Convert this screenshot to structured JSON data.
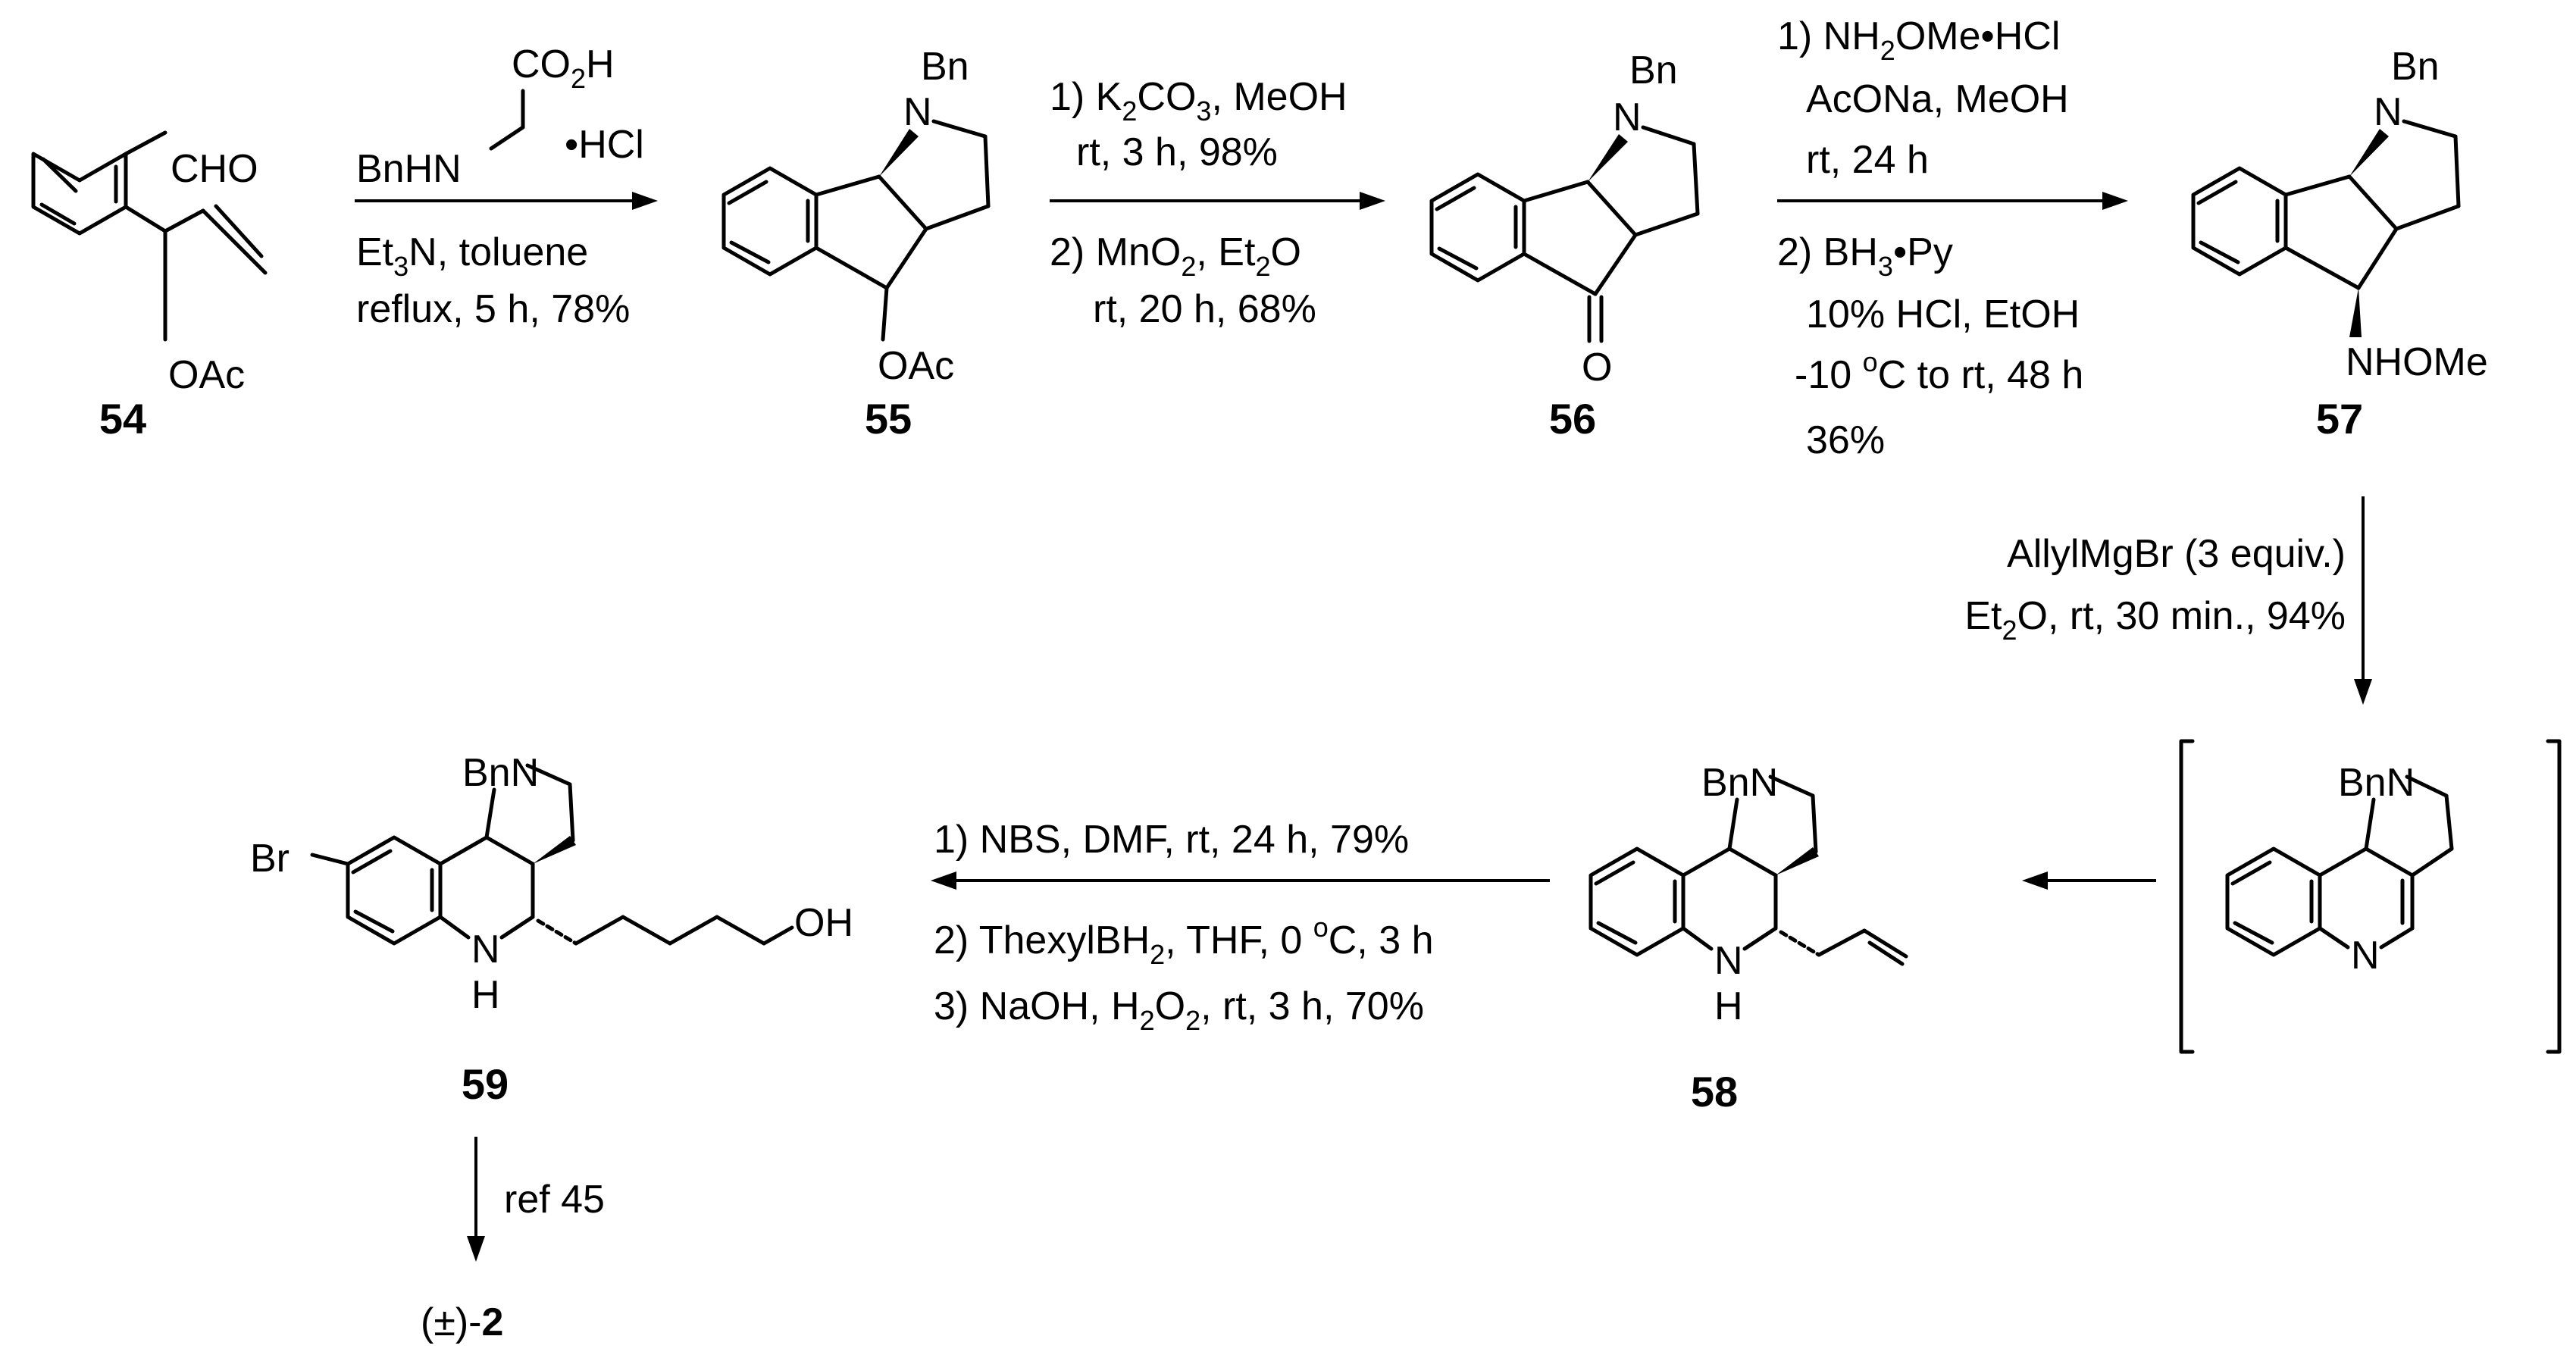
{
  "compounds": {
    "c54": {
      "number": "54",
      "cho": "CHO",
      "oac": "OAc"
    },
    "c55": {
      "number": "55",
      "n": "N",
      "bn": "Bn",
      "oac": "OAc"
    },
    "c56": {
      "number": "56",
      "n": "N",
      "bn": "Bn",
      "o": "O"
    },
    "c57": {
      "number": "57",
      "n": "N",
      "bn": "Bn",
      "nhome": "NHOMe"
    },
    "intermediate": {
      "bnn": "BnN",
      "n": "N"
    },
    "c58": {
      "number": "58",
      "bnn": "BnN",
      "n": "N",
      "h": "H"
    },
    "c59": {
      "number": "59",
      "bnn": "BnN",
      "n": "N",
      "h": "H",
      "br": "Br",
      "oh": "OH"
    },
    "final": {
      "prefix": "(±)-",
      "number": "2"
    }
  },
  "reagents": {
    "step1": {
      "co2h_base": "CO",
      "co2h_sub": "2",
      "co2h_tail": "H",
      "bnhn": "BnHN",
      "hcl": "•HCl",
      "line1_a": "Et",
      "line1_sub": "3",
      "line1_b": "N, toluene",
      "line2": "reflux, 5 h, 78%"
    },
    "step2": {
      "l1_a": "1) K",
      "l1_sub1": "2",
      "l1_b": "CO",
      "l1_sub2": "3",
      "l1_c": ", MeOH",
      "l2": "rt, 3 h, 98%",
      "l3_a": "2) MnO",
      "l3_sub1": "2",
      "l3_b": ", Et",
      "l3_sub2": "2",
      "l3_c": "O",
      "l4": "rt, 20 h, 68%"
    },
    "step3": {
      "l1_a": "1) NH",
      "l1_sub": "2",
      "l1_b": "OMe•HCl",
      "l2": "AcONa, MeOH",
      "l3": "rt, 24 h",
      "l4_a": "2) BH",
      "l4_sub": "3",
      "l4_b": "•Py",
      "l5": "10% HCl, EtOH",
      "l6_a": "-10 ",
      "l6_sup": "o",
      "l6_b": "C to rt, 48 h",
      "l7": "36%"
    },
    "step4": {
      "l1": "AllylMgBr (3 equiv.)",
      "l2_a": "Et",
      "l2_sub": "2",
      "l2_b": "O, rt, 30 min., 94%"
    },
    "step6": {
      "l1": "1) NBS, DMF, rt, 24 h, 79%",
      "l2_a": "2) ThexylBH",
      "l2_sub": "2",
      "l2_b": ", THF, 0 ",
      "l2_sup": "o",
      "l2_c": "C, 3 h",
      "l3_a": "3) NaOH, H",
      "l3_sub1": "2",
      "l3_b": "O",
      "l3_sub2": "2",
      "l3_c": ", rt, 3 h, 70%"
    },
    "step7": {
      "l1": "ref 45"
    }
  }
}
